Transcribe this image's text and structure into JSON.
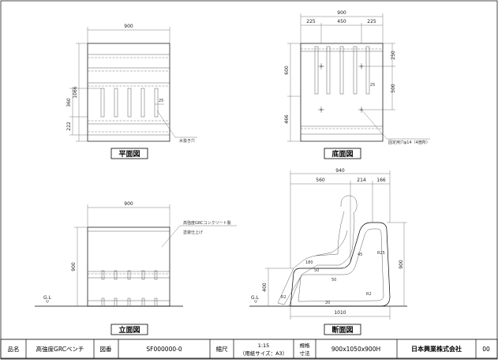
{
  "views": {
    "plan": {
      "title": "平面図",
      "dim_width": "900",
      "dim_total_depth": "1066",
      "dim_slot_len": "360",
      "dim_front": "222",
      "dim_slot_w": "25",
      "note": "水抜き穴"
    },
    "bottom": {
      "title": "底面図",
      "dim_width": "900",
      "dim_seg_left": "225",
      "dim_seg_mid": "450",
      "dim_seg_right": "225",
      "dim_left_top": "600",
      "dim_left_bottom": "466",
      "dim_right_top": "250",
      "dim_right_mid": "500",
      "dim_slot_w": "25",
      "note": "固定用穴φ14（4箇所）"
    },
    "elevation": {
      "title": "立面図",
      "dim_width": "900",
      "dim_height": "900",
      "ground": "G.L",
      "note_material": "高強度GRCコンクリート製",
      "note_finish": "塗装仕上げ"
    },
    "section": {
      "title": "断面図",
      "dim_total": "940",
      "dim_a": "560",
      "dim_b": "214",
      "dim_c": "166",
      "dim_height": "900",
      "dim_seat_h": "400",
      "dim_base": "1010",
      "ground": "G.L",
      "r_labels": [
        "45",
        "R25",
        "180",
        "50",
        "50",
        "R2",
        "R2",
        "20"
      ]
    }
  },
  "title_block": {
    "label_name": "品名",
    "value_name": "高強度GRCベンチ",
    "label_drawing_no": "図番",
    "value_drawing_no": "SF000000-0",
    "label_scale": "縮尺",
    "value_scale_line1": "1:15",
    "value_scale_line2": "（用紙サイズ：A3）",
    "label_spec_line1": "規格",
    "label_spec_line2": "寸法",
    "value_spec": "900x1050x900H",
    "company": "日本興業株式会社",
    "revision": "00"
  }
}
